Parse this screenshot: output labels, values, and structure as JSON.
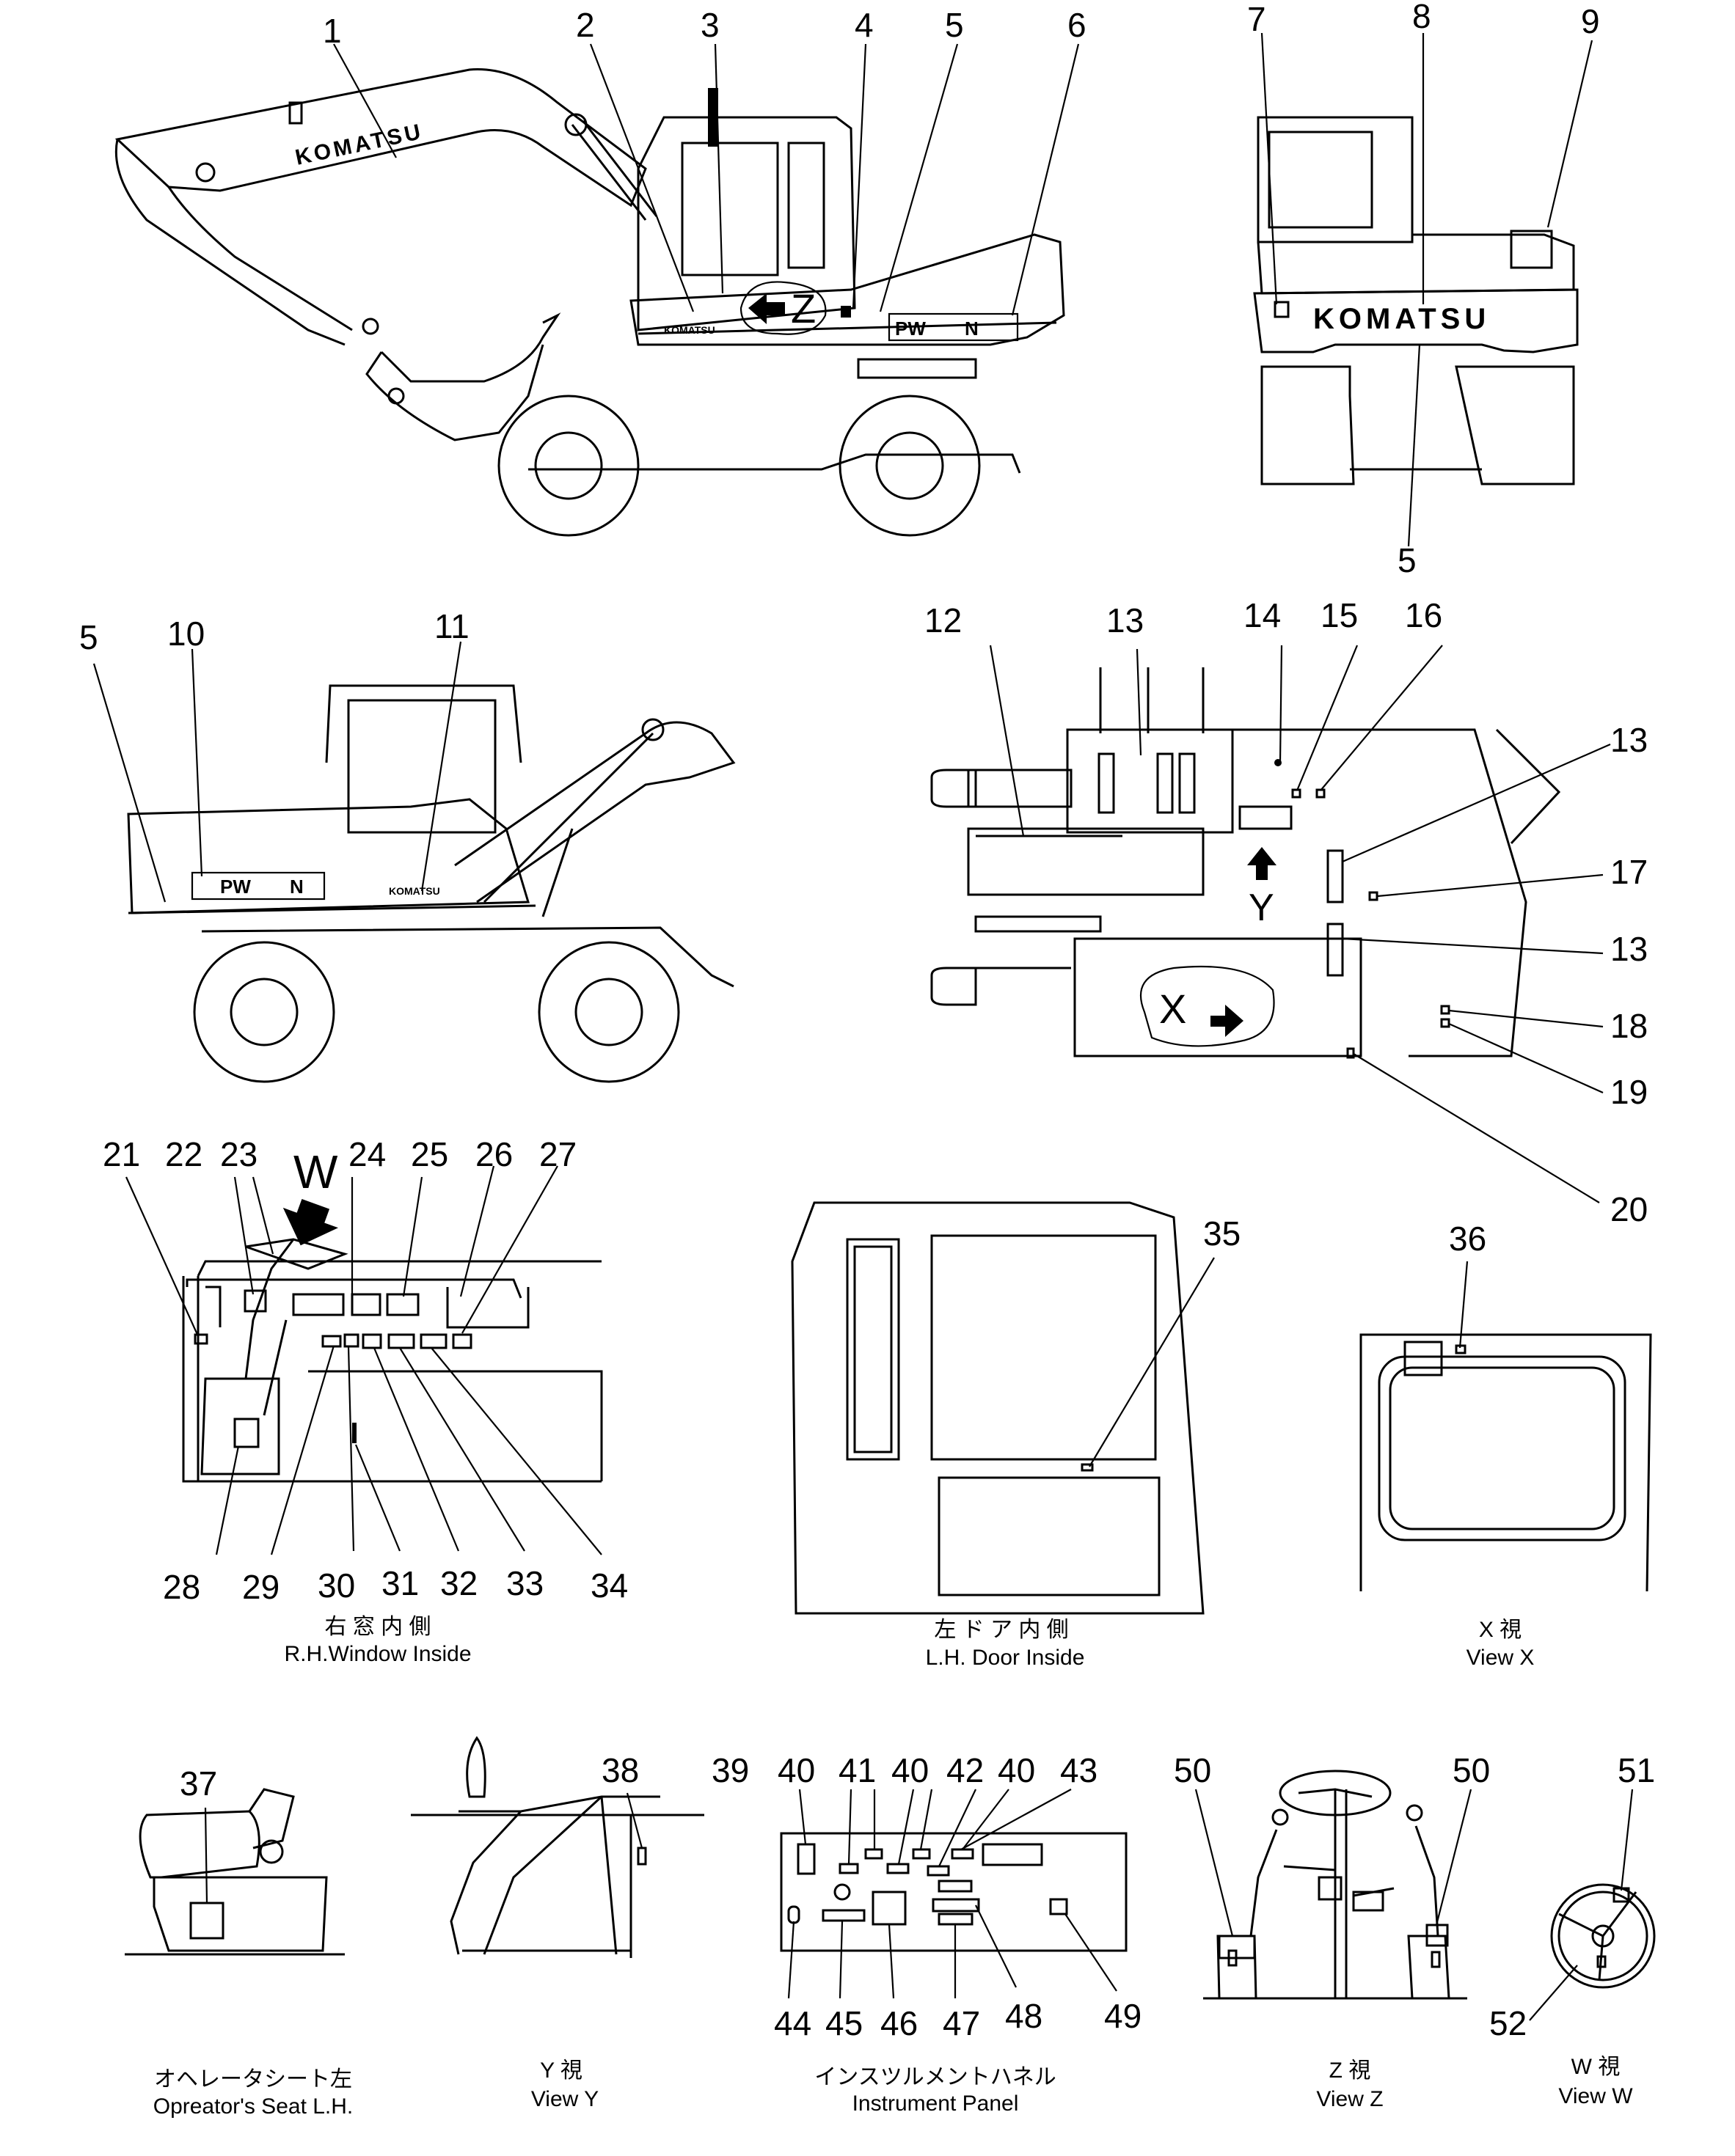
{
  "labels": {
    "l1": "1",
    "l2": "2",
    "l3": "3",
    "l4": "4",
    "l5": "5",
    "l6": "6",
    "l7": "7",
    "l8": "8",
    "l9": "9",
    "l10": "10",
    "l11": "11",
    "l12": "12",
    "l13": "13",
    "l14": "14",
    "l15": "15",
    "l16": "16",
    "l17": "17",
    "l18": "18",
    "l19": "19",
    "l20": "20",
    "l21": "21",
    "l22": "22",
    "l23": "23",
    "l24": "24",
    "l25": "25",
    "l26": "26",
    "l27": "27",
    "l28": "28",
    "l29": "29",
    "l30": "30",
    "l31": "31",
    "l32": "32",
    "l33": "33",
    "l34": "34",
    "l35": "35",
    "l36": "36",
    "l37": "37",
    "l38": "38",
    "l39": "39",
    "l40": "40",
    "l41": "41",
    "l42": "42",
    "l43": "43",
    "l44": "44",
    "l45": "45",
    "l46": "46",
    "l47": "47",
    "l48": "48",
    "l49": "49",
    "l50": "50",
    "l51": "51",
    "l52": "52"
  },
  "view_letters": {
    "x": "X",
    "y": "Y",
    "z": "Z",
    "w": "W"
  },
  "decals": {
    "brand": "KOMATSU",
    "model": "PW",
    "model_suffix": "N"
  },
  "captions": {
    "rh_window_jp": "右 窓 内 側",
    "rh_window_en": "R.H.Window Inside",
    "lh_door_jp": "左 ド ア 内 側",
    "lh_door_en": "L.H. Door Inside",
    "view_x_jp": "X 視",
    "view_x_en": "View X",
    "seat_jp": "オヘレータシート左",
    "seat_en": "Opreator's Seat L.H.",
    "view_y_jp": "Y 視",
    "view_y_en": "View Y",
    "panel_jp": "インスツルメントハネル",
    "panel_en": "Instrument Panel",
    "view_z_jp": "Z 視",
    "view_z_en": "View Z",
    "view_w_jp": "W 視",
    "view_w_en": "View W"
  }
}
